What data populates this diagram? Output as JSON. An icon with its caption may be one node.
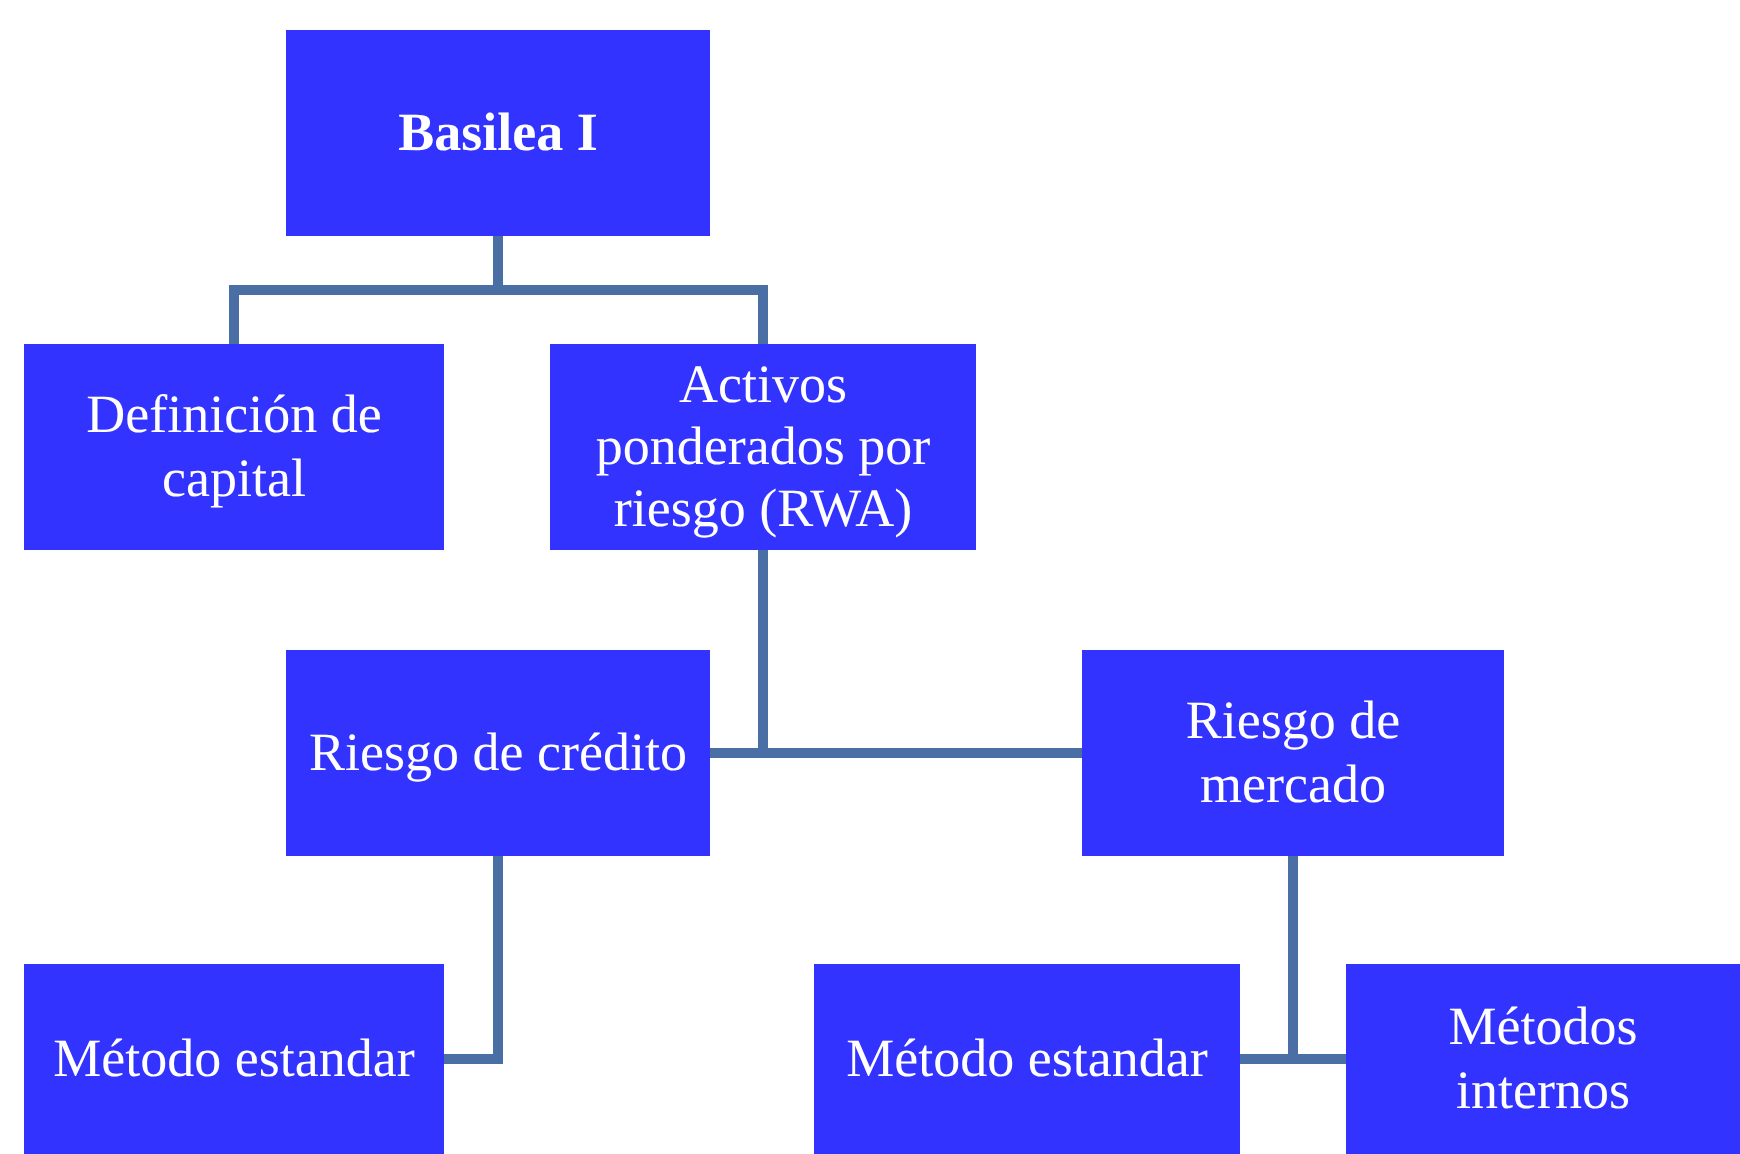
{
  "diagram": {
    "nodes": [
      {
        "text": [
          "Basilea I"
        ]
      },
      {
        "text": [
          "Definición de capital"
        ]
      },
      {
        "text": [
          "Activos ponderados por riesgo (RWA)"
        ]
      },
      {
        "text": [
          "Riesgo de crédito"
        ]
      },
      {
        "text": [
          "Riesgo de mercado"
        ]
      },
      {
        "text": [
          "Método estandar"
        ]
      },
      {
        "text": [
          "Método estandar"
        ]
      },
      {
        "text": [
          "Métodos internos"
        ]
      }
    ],
    "edges": [
      {
        "from": 0,
        "to": 1,
        "arrow": "none"
      },
      {
        "from": 0,
        "to": 2,
        "arrow": "none"
      },
      {
        "from": 2,
        "to": 3,
        "arrow": "none"
      },
      {
        "from": 2,
        "to": 4,
        "arrow": "none"
      },
      {
        "from": 3,
        "to": 5,
        "arrow": "none"
      },
      {
        "from": 4,
        "to": 6,
        "arrow": "none"
      },
      {
        "from": 4,
        "to": 7,
        "arrow": "none"
      }
    ]
  }
}
